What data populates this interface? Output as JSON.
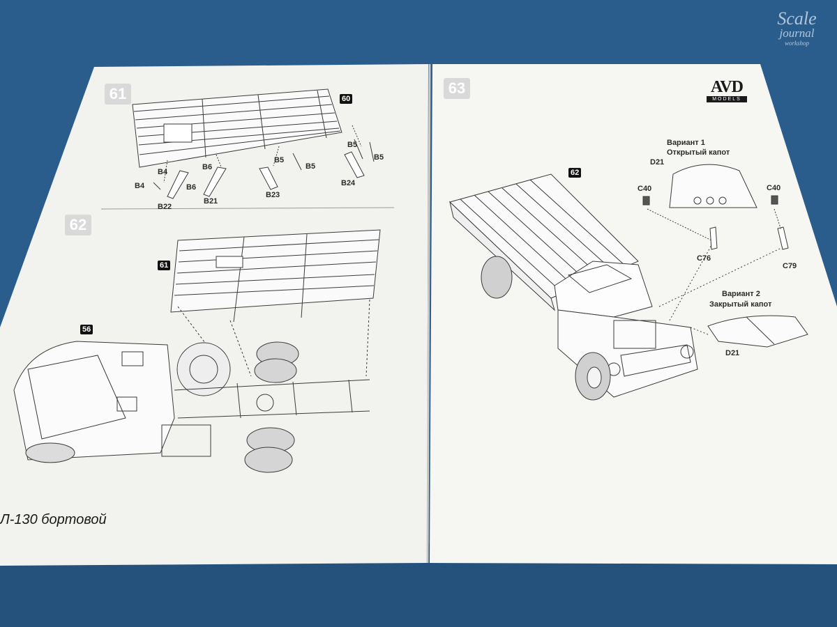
{
  "watermark": {
    "line1": "Scale",
    "line2": "journal",
    "line3": "workshop"
  },
  "brand": {
    "name": "AVD",
    "sub": "MODELS"
  },
  "book_title": "Л-130 бортовой",
  "steps": {
    "s61": "61",
    "s62": "62",
    "s63": "63"
  },
  "refs": {
    "r60": "60",
    "r61": "61",
    "r56": "56",
    "r62": "62"
  },
  "parts": {
    "B4a": "B4",
    "B4b": "B4",
    "B6a": "B6",
    "B6b": "B6",
    "B5a": "B5",
    "B5b": "B5",
    "B5c": "B5",
    "B5d": "B5",
    "B21": "B21",
    "B22": "B22",
    "B23": "B23",
    "B24": "B24",
    "D21a": "D21",
    "D21b": "D21",
    "C40a": "C40",
    "C40b": "C40",
    "C76": "C76",
    "C79": "C79"
  },
  "variants": {
    "v1_line1": "Вариант 1",
    "v1_line2": "Открытый капот",
    "v2_line1": "Вариант 2",
    "v2_line2": "Закрытый капот"
  },
  "colors": {
    "desk": "#2a5d8c",
    "paper": "#f4f4f1",
    "line": "#3a3a3a"
  }
}
